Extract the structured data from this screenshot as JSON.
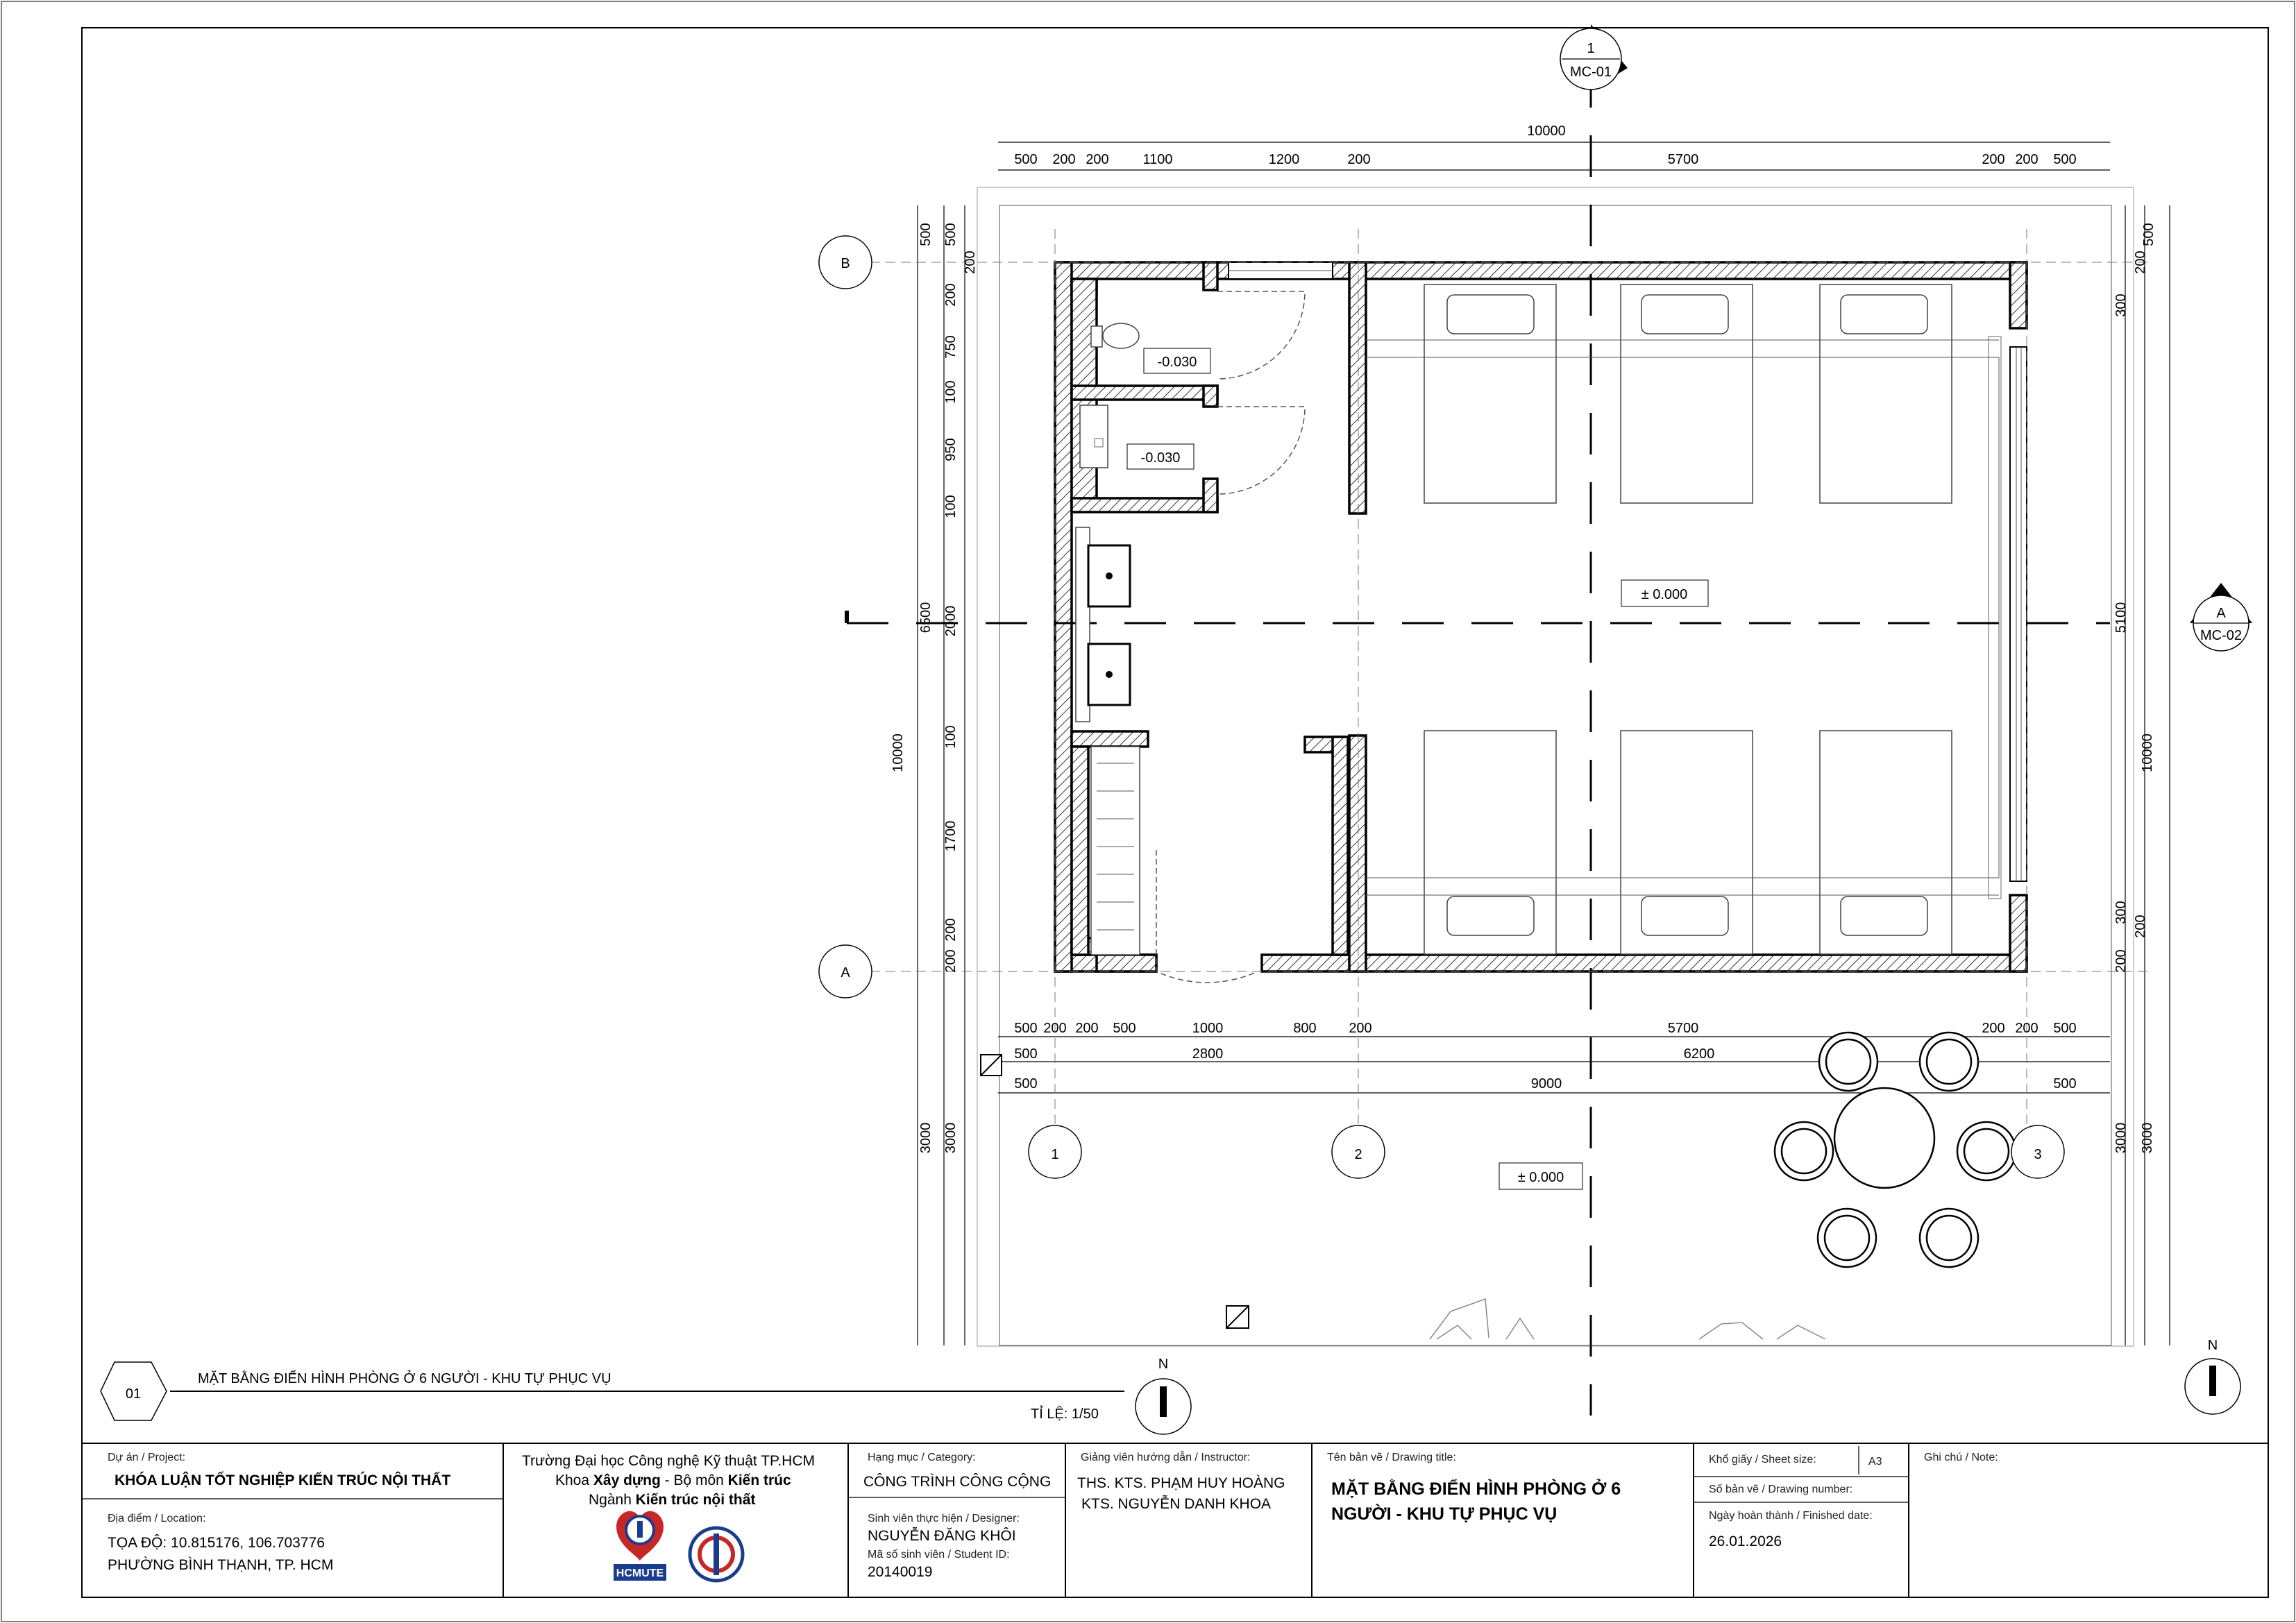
{
  "sheet": {
    "drawing_number": "01",
    "title": "MẶT BẰNG ĐIỂN HÌNH PHÒNG Ở 6 NGƯỜI - KHU TỰ PHỤC VỤ",
    "scale": "TỈ LỆ: 1/50",
    "north": "N"
  },
  "plan": {
    "grids": {
      "rows": [
        "A",
        "B"
      ],
      "cols": [
        "1",
        "2",
        "3"
      ]
    },
    "section_1": {
      "number": "1",
      "ref": "MC-01"
    },
    "section_a": {
      "number": "A",
      "ref": "MC-02"
    },
    "levels": {
      "wc_top": "-0.030",
      "wc_mid": "-0.030",
      "room": "± 0.000",
      "terrace": "± 0.000"
    },
    "dims": {
      "top_total": "10000",
      "top_segments": [
        "500",
        "200",
        "200",
        "1100",
        "1200",
        "200",
        "5700",
        "200",
        "200",
        "500"
      ],
      "bottom_segments": [
        "500",
        "200",
        "200",
        "500",
        "1000",
        "800",
        "200",
        "5700",
        "200",
        "200",
        "500"
      ],
      "bottom_row2": [
        "500",
        "2800",
        "6200"
      ],
      "bottom_row3": [
        "500",
        "9000",
        "500"
      ],
      "left_outer": [
        "10000",
        "3000"
      ],
      "left_mid": [
        "6500"
      ],
      "left_inner": [
        "500",
        "200",
        "200",
        "750",
        "100",
        "950",
        "100",
        "2000",
        "100",
        "1700",
        "200",
        "200",
        "3000"
      ],
      "left_top": "500",
      "right_outer": [
        "10000",
        "3000"
      ],
      "right_inner": [
        "500",
        "200",
        "300",
        "5100",
        "300",
        "200",
        "200",
        "3000"
      ]
    }
  },
  "title_block": {
    "project_label": "Dự án / Project:",
    "project": "KHÓA LUẬN TỐT NGHIỆP KIẾN TRÚC NỘI THẤT",
    "location_label": "Địa điểm / Location:",
    "location_line1": "TỌA ĐỘ: 10.815176, 106.703776",
    "location_line2": "PHƯỜNG BÌNH THẠNH, TP. HCM",
    "school_line1": "Trường Đại học Công nghệ Kỹ thuật TP.HCM",
    "school_line2a": "Khoa ",
    "school_line2b": "Xây dựng",
    "school_line2c": " - Bộ môn ",
    "school_line2d": "Kiến trúc",
    "school_line3a": "Ngành ",
    "school_line3b": "Kiến trúc nội thất",
    "logo_text": "HCMUTE",
    "category_label": "Hạng mục / Category:",
    "category": "CÔNG TRÌNH CÔNG CỘNG",
    "designer_label": "Sinh viên thực hiện / Designer:",
    "designer": "NGUYỄN ĐĂNG KHÔI",
    "student_id_label": "Mã số sinh viên / Student ID:",
    "student_id": "20140019",
    "instructor_label": "Giảng viên hướng dẫn / Instructor:",
    "instructor1": "THS. KTS. PHẠM HUY HOÀNG",
    "instructor2": "KTS. NGUYỄN DANH KHOA",
    "drawing_title_label": "Tên bản vẽ / Drawing title:",
    "drawing_title1": "MẶT BẰNG ĐIỂN HÌNH PHÒNG Ở 6",
    "drawing_title2": "NGƯỜI - KHU TỰ PHỤC VỤ",
    "sheet_size_label": "Khổ giấy / Sheet size:",
    "sheet_size": "A3",
    "drawing_number_label": "Số bản vẽ / Drawing number:",
    "finished_label": "Ngày hoàn thành / Finished date:",
    "finished": "26.01.2026",
    "note_label": "Ghi chú / Note:"
  }
}
